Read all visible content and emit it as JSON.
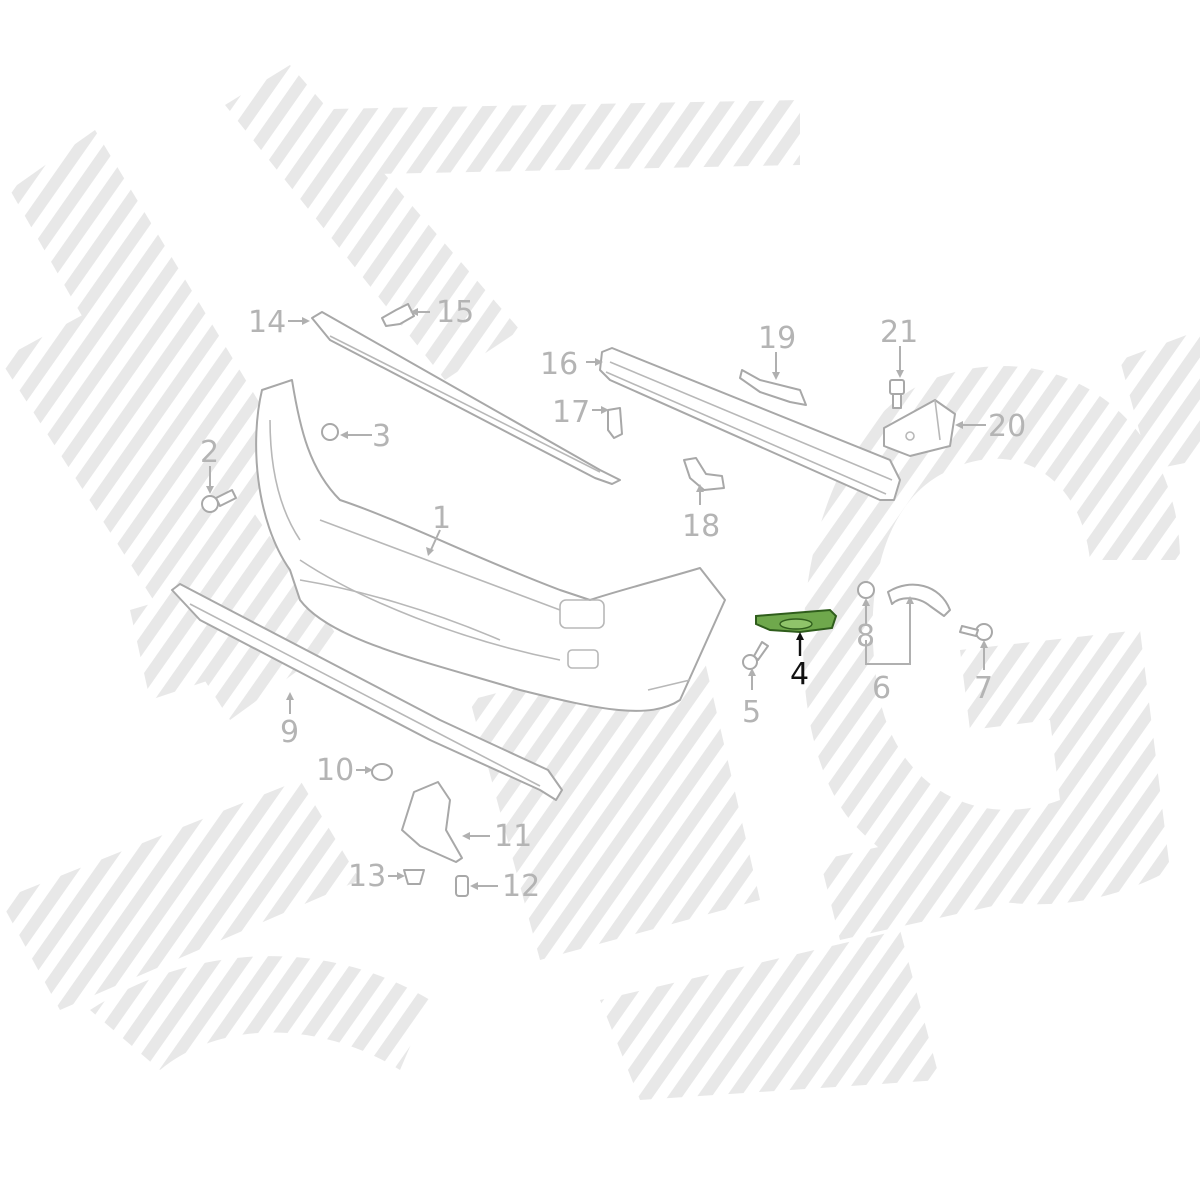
{
  "highlight": {
    "part_number": "4",
    "color": "#6fa84c",
    "label_color": "#111111"
  },
  "colors": {
    "outline": "#a8a8a8",
    "label": "#b4b4b4",
    "watermark": "#d9d9d9"
  },
  "labels": [
    {
      "id": "1",
      "text": "1"
    },
    {
      "id": "2",
      "text": "2"
    },
    {
      "id": "3",
      "text": "3"
    },
    {
      "id": "4",
      "text": "4"
    },
    {
      "id": "5",
      "text": "5"
    },
    {
      "id": "6",
      "text": "6"
    },
    {
      "id": "7",
      "text": "7"
    },
    {
      "id": "8",
      "text": "8"
    },
    {
      "id": "9",
      "text": "9"
    },
    {
      "id": "10",
      "text": "10"
    },
    {
      "id": "11",
      "text": "11"
    },
    {
      "id": "12",
      "text": "12"
    },
    {
      "id": "13",
      "text": "13"
    },
    {
      "id": "14",
      "text": "14"
    },
    {
      "id": "15",
      "text": "15"
    },
    {
      "id": "16",
      "text": "16"
    },
    {
      "id": "17",
      "text": "17"
    },
    {
      "id": "18",
      "text": "18"
    },
    {
      "id": "19",
      "text": "19"
    },
    {
      "id": "20",
      "text": "20"
    },
    {
      "id": "21",
      "text": "21"
    }
  ]
}
